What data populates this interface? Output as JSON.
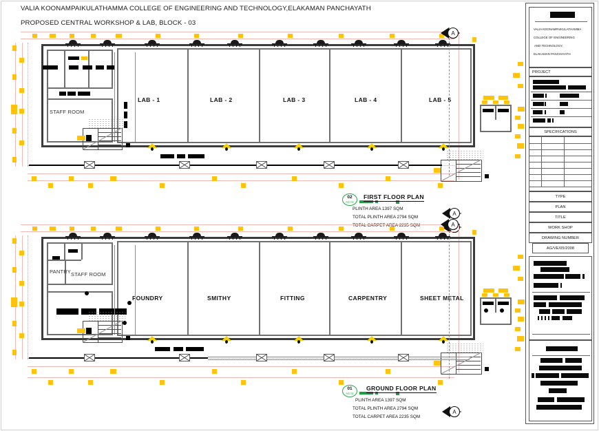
{
  "header": {
    "line1": "VALIA KOONAMPAIKULATHAMMA COLLEGE OF ENGINEERING AND TECHNOLOGY,ELAKAMAN PANCHAYATH",
    "line2": "PROPOSED CENTRAL WORKSHOP & LAB,   BLOCK - 03"
  },
  "first_floor": {
    "plan_title": "FIRST FLOOR PLAN",
    "callout_number": "02",
    "callout_sub": "AG 01",
    "areas": [
      "PLINTH AREA 1397 SQM",
      "TOTAL PLINTH AREA 2794 SQM",
      "TOTAL CARPET AREA 2235 SQM"
    ],
    "rooms": [
      {
        "label": "LAB - 1"
      },
      {
        "label": "LAB - 2"
      },
      {
        "label": "LAB - 3"
      },
      {
        "label": "LAB - 4"
      },
      {
        "label": "LAB - 5"
      }
    ],
    "service_rooms": [
      {
        "label": "STAFF ROOM"
      }
    ],
    "section_markers": [
      {
        "label": "A"
      },
      {
        "label": "A"
      }
    ]
  },
  "ground_floor": {
    "plan_title": "GROUND FLOOR PLAN",
    "callout_number": "01",
    "callout_sub": "AG 01",
    "areas": [
      "PLINTH AREA 1397 SQM",
      "TOTAL PLINTH AREA 2794 SQM",
      "TOTAL CARPET AREA 2235 SQM"
    ],
    "rooms": [
      {
        "label": "FOUNDRY"
      },
      {
        "label": "SMITHY"
      },
      {
        "label": "FITTING"
      },
      {
        "label": "CARPENTRY"
      },
      {
        "label": "SHEET METAL"
      }
    ],
    "service_rooms": [
      {
        "label": "PANTRY"
      },
      {
        "label": "STAFF ROOM"
      }
    ],
    "section_markers": [
      {
        "label": "A"
      },
      {
        "label": "A"
      }
    ]
  },
  "title_block": {
    "logo_redacted": true,
    "organisation": [
      "VALIA KOONAMPAIKULATHAMMA",
      "COLLEGE OF ENGINEERING",
      "AND TECHNOLOGY,",
      "ELAKAMAN PANCHAYATH"
    ],
    "project_header": "PROJECT",
    "project_redacted": true,
    "specifications_header": "SPECIFICATIONS",
    "type_header": "TYPE",
    "type_value": "PLAN",
    "title_header": "TITLE",
    "title_value": "WORK SHOP",
    "drawing_number_header": "DRAWING NUMBER",
    "drawing_number_value": "AG/VE/05/2008",
    "consultant_redacted": true,
    "client_redacted": true
  },
  "colors": {
    "wall": "#3b3b3b",
    "wall_light": "#6f6f6f",
    "dimension_yellow": "#FFC20E",
    "dimension_pink": "#f2b9b4",
    "callout_green": "#2fa84f",
    "paper": "#ffffff",
    "text": "#1a1a1a"
  }
}
